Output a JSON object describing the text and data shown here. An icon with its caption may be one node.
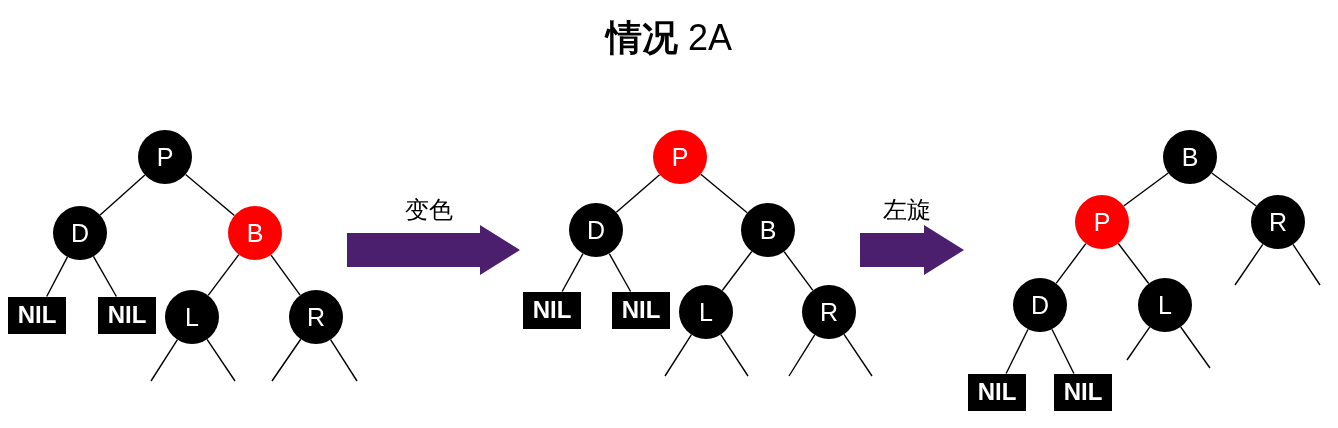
{
  "diagram": {
    "title": "**情况** 2A",
    "nodes": [
      {
        "text": [],
        "shape": "tree"
      },
      {
        "text": [
          "P"
        ],
        "in": 0
      },
      {
        "text": [
          "D"
        ],
        "in": 0
      },
      {
        "text": [
          "B"
        ],
        "in": 0
      },
      {
        "text": [
          "NIL"
        ],
        "in": 0
      },
      {
        "text": [
          "NIL"
        ],
        "in": 0
      },
      {
        "text": [
          "L"
        ],
        "in": 0
      },
      {
        "text": [
          "R"
        ],
        "in": 0
      },
      {
        "text": [],
        "shape": "tree"
      },
      {
        "text": [
          "P"
        ],
        "in": 8
      },
      {
        "text": [
          "D"
        ],
        "in": 8
      },
      {
        "text": [
          "B"
        ],
        "in": 8
      },
      {
        "text": [
          "NIL"
        ],
        "in": 8
      },
      {
        "text": [
          "NIL"
        ],
        "in": 8
      },
      {
        "text": [
          "L"
        ],
        "in": 8
      },
      {
        "text": [
          "R"
        ],
        "in": 8
      },
      {
        "text": [],
        "shape": "tree"
      },
      {
        "text": [
          "B"
        ],
        "in": 16
      },
      {
        "text": [
          "P"
        ],
        "in": 16
      },
      {
        "text": [
          "R"
        ],
        "in": 16
      },
      {
        "text": [
          "D"
        ],
        "in": 16
      },
      {
        "text": [
          "L"
        ],
        "in": 16
      },
      {
        "text": [
          "NIL"
        ],
        "in": 16
      },
      {
        "text": [
          "NIL"
        ],
        "in": 16
      }
    ],
    "edges": [
      {
        "from": 1,
        "to": 2,
        "arrow": "none"
      },
      {
        "from": 1,
        "to": 3,
        "arrow": "none"
      },
      {
        "from": 2,
        "to": 4,
        "arrow": "none"
      },
      {
        "from": 2,
        "to": 5,
        "arrow": "none"
      },
      {
        "from": 3,
        "to": 6,
        "arrow": "none"
      },
      {
        "from": 3,
        "to": 7,
        "arrow": "none"
      },
      {
        "from": 6,
        "to": null,
        "arrow": "none"
      },
      {
        "from": 6,
        "to": null,
        "arrow": "none"
      },
      {
        "from": 7,
        "to": null,
        "arrow": "none"
      },
      {
        "from": 7,
        "to": null,
        "arrow": "none"
      },
      {
        "from": 9,
        "to": 10,
        "arrow": "none"
      },
      {
        "from": 9,
        "to": 11,
        "arrow": "none"
      },
      {
        "from": 10,
        "to": 12,
        "arrow": "none"
      },
      {
        "from": 10,
        "to": 13,
        "arrow": "none"
      },
      {
        "from": 11,
        "to": 14,
        "arrow": "none"
      },
      {
        "from": 11,
        "to": 15,
        "arrow": "none"
      },
      {
        "from": 14,
        "to": null,
        "arrow": "none"
      },
      {
        "from": 14,
        "to": null,
        "arrow": "none"
      },
      {
        "from": 15,
        "to": null,
        "arrow": "none"
      },
      {
        "from": 15,
        "to": null,
        "arrow": "none"
      },
      {
        "from": 17,
        "to": 18,
        "arrow": "none"
      },
      {
        "from": 17,
        "to": 19,
        "arrow": "none"
      },
      {
        "from": 19,
        "to": null,
        "arrow": "none"
      },
      {
        "from": 19,
        "to": null,
        "arrow": "none"
      },
      {
        "from": 18,
        "to": 20,
        "arrow": "none"
      },
      {
        "from": 18,
        "to": 21,
        "arrow": "none"
      },
      {
        "from": 20,
        "to": 22,
        "arrow": "none"
      },
      {
        "from": 20,
        "to": 23,
        "arrow": "none"
      },
      {
        "from": 21,
        "to": null,
        "arrow": "none"
      },
      {
        "from": 21,
        "to": null,
        "arrow": "none"
      },
      {
        "from": 0,
        "to": 8,
        "arrow": "to",
        "label": "变色",
        "style": "thick",
        "color": "#4b1e6e"
      },
      {
        "from": 8,
        "to": 16,
        "arrow": "to",
        "label": "左旋",
        "style": "thick",
        "color": "#4b1e6e"
      }
    ]
  }
}
